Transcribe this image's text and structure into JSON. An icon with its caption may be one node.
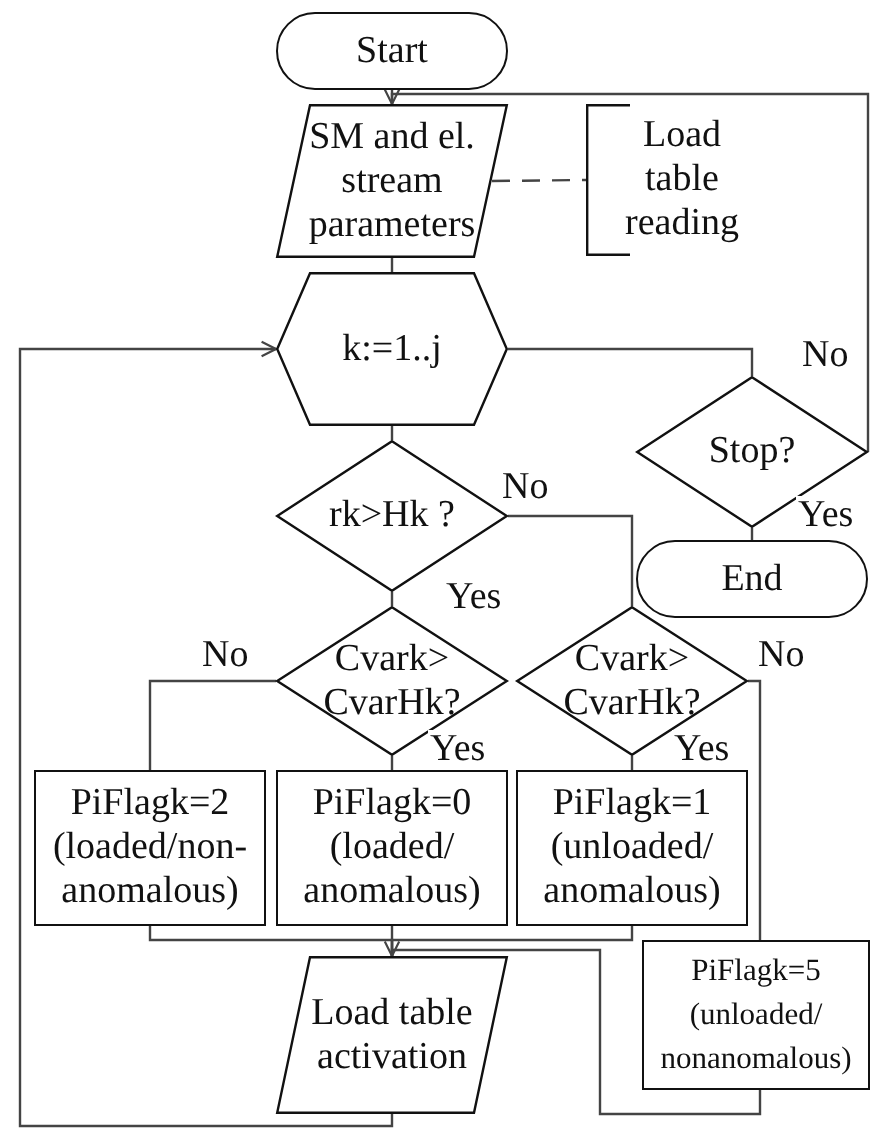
{
  "diagram": {
    "nodes": [
      {
        "text": [
          "Start"
        ]
      },
      {
        "text": [
          "SM and el. stream parameters"
        ]
      },
      {
        "text": [
          "Load table reading"
        ]
      },
      {
        "text": [
          "k:=1..j"
        ]
      },
      {
        "text": [
          "Stop?"
        ]
      },
      {
        "text": [
          "End"
        ]
      },
      {
        "text": [
          "rk>Hk ?"
        ]
      },
      {
        "text": [
          "Cvark> CvarHk?"
        ]
      },
      {
        "text": [
          "Cvark> CvarHk?"
        ]
      },
      {
        "text": [
          "PiFlagk=2",
          "(loaded/non- anomalous)"
        ]
      },
      {
        "text": [
          "PiFlagk=0",
          "(loaded/ anomalous)"
        ]
      },
      {
        "text": [
          "PiFlagk=1",
          "(unloaded/ anomalous)"
        ]
      },
      {
        "text": [
          "PiFlagk=5",
          "(unloaded/ nonanomalous)"
        ]
      },
      {
        "text": [
          "Load table activation"
        ]
      }
    ],
    "edges": [
      {
        "from": 0,
        "to": 1,
        "arrow": "none"
      },
      {
        "from": 1,
        "to": 2,
        "arrow": "none",
        "style": "dashed"
      },
      {
        "from": 1,
        "to": 3,
        "arrow": "none"
      },
      {
        "from": 3,
        "to": 4,
        "arrow": "none"
      },
      {
        "from": 4,
        "to": 5,
        "label": "Yes",
        "arrow": "none"
      },
      {
        "from": 4,
        "to": 1,
        "label": "No",
        "arrow": "to"
      },
      {
        "from": 3,
        "to": 6,
        "arrow": "none"
      },
      {
        "from": 6,
        "to": 7,
        "label": "Yes",
        "arrow": "none"
      },
      {
        "from": 6,
        "to": 8,
        "label": "No",
        "arrow": "none"
      },
      {
        "from": 7,
        "to": 9,
        "label": "No",
        "arrow": "none"
      },
      {
        "from": 7,
        "to": 10,
        "label": "Yes",
        "arrow": "none"
      },
      {
        "from": 8,
        "to": 11,
        "label": "Yes",
        "arrow": "none"
      },
      {
        "from": 8,
        "to": 12,
        "label": "No",
        "arrow": "none"
      },
      {
        "from": 9,
        "to": 13,
        "arrow": "none"
      },
      {
        "from": 10,
        "to": 13,
        "arrow": "none"
      },
      {
        "from": 11,
        "to": 13,
        "arrow": "none"
      },
      {
        "from": 12,
        "to": 13,
        "arrow": "to"
      },
      {
        "from": 13,
        "to": 3,
        "arrow": "to"
      }
    ]
  }
}
